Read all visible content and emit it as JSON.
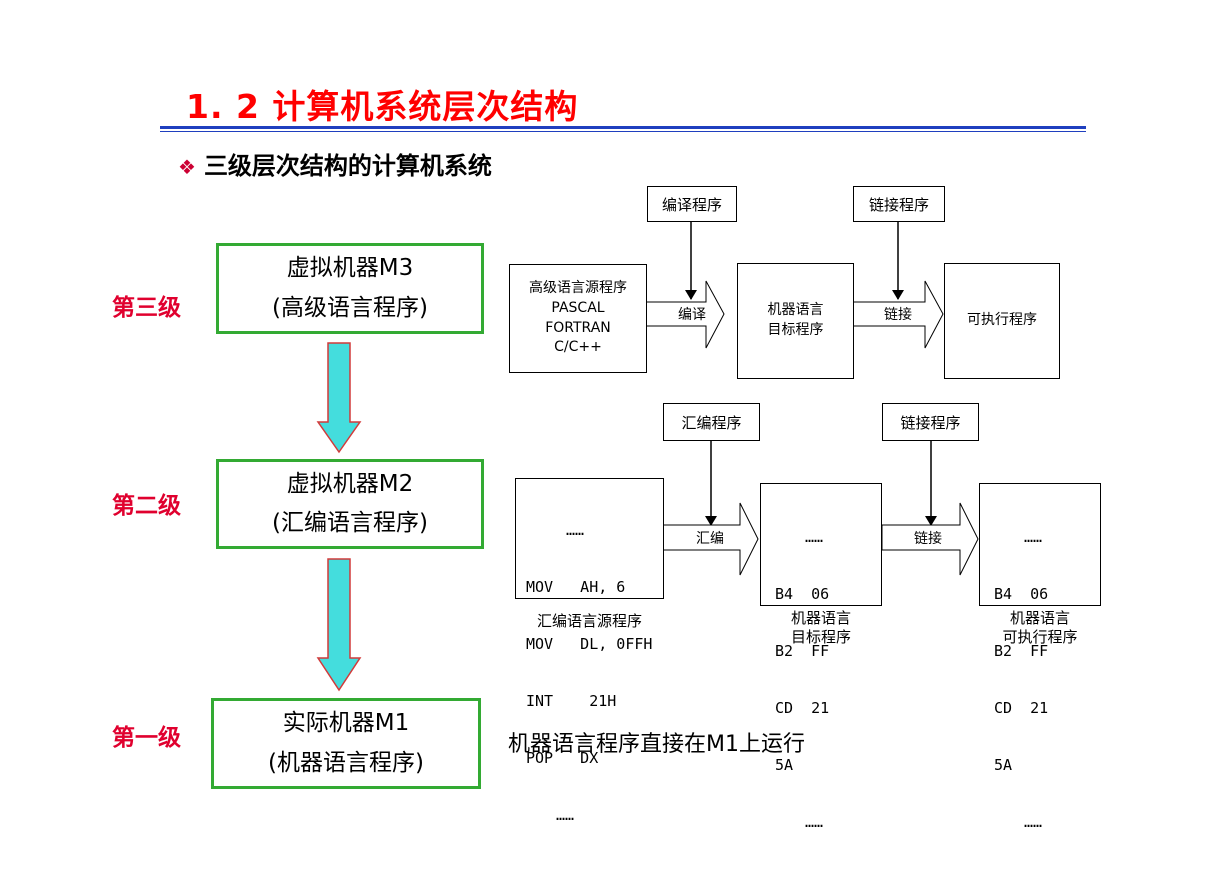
{
  "title": "1. 2  计算机系统层次结构",
  "subtitle": "三级层次结构的计算机系统",
  "subtitle_bullet": "❖",
  "levels": [
    {
      "label": "第三级",
      "machine": "虚拟机器M3",
      "program": "(高级语言程序)"
    },
    {
      "label": "第二级",
      "machine": "虚拟机器M2",
      "program": "(汇编语言程序)"
    },
    {
      "label": "第一级",
      "machine": "实际机器M1",
      "program": "(机器语言程序)"
    }
  ],
  "flow_high": {
    "compiler_tool": "编译程序",
    "linker_tool": "链接程序",
    "source_title": "高级语言源程序",
    "source_langs": [
      "PASCAL",
      "FORTRAN",
      "C/C++"
    ],
    "compile_label": "编译",
    "object_lines": [
      "机器语言",
      "目标程序"
    ],
    "link_label": "链接",
    "executable": "可执行程序"
  },
  "flow_asm": {
    "assembler_tool": "汇编程序",
    "linker_tool": "链接程序",
    "source_code": [
      "……",
      "MOV   AH, 6",
      "MOV   DL, 0FFH",
      "INT    21H",
      "POP   DX",
      "……"
    ],
    "source_caption": "汇编语言源程序",
    "assemble_label": "汇编",
    "object_code": [
      "……",
      "B4  06",
      "B2  FF",
      "CD  21",
      "5A",
      "……"
    ],
    "object_caption": [
      "机器语言",
      "目标程序"
    ],
    "link_label": "链接",
    "exec_code": [
      "……",
      "B4  06",
      "B2  FF",
      "CD  21",
      "5A",
      "……"
    ],
    "exec_caption": [
      "机器语言",
      "可执行程序"
    ]
  },
  "bottom_note": "机器语言程序直接在M1上运行",
  "colors": {
    "title": "#ff0000",
    "rule": "#1f3fbf",
    "level_label": "#e0002e",
    "green_border": "#33aa33",
    "down_arrow": "#44dddd"
  }
}
